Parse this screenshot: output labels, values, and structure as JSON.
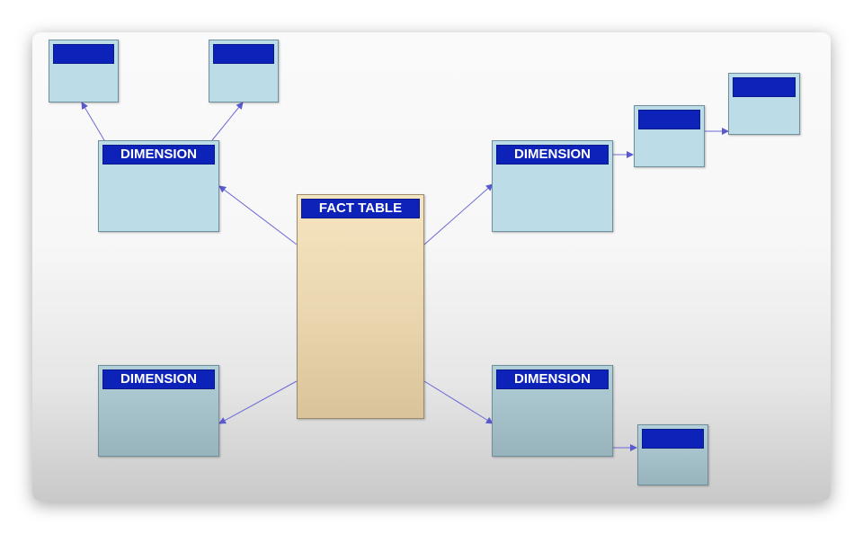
{
  "diagram": {
    "fact_table": {
      "label": "FACT TABLE"
    },
    "dimensions": [
      {
        "label": "DIMENSION"
      },
      {
        "label": "DIMENSION"
      },
      {
        "label": "DIMENSION"
      },
      {
        "label": "DIMENSION"
      }
    ]
  },
  "colors": {
    "header": "#0c22b8",
    "dimension_fill": "#bcdde7",
    "fact_fill": "#f0dfb8",
    "connector": "#5a5ad0"
  }
}
